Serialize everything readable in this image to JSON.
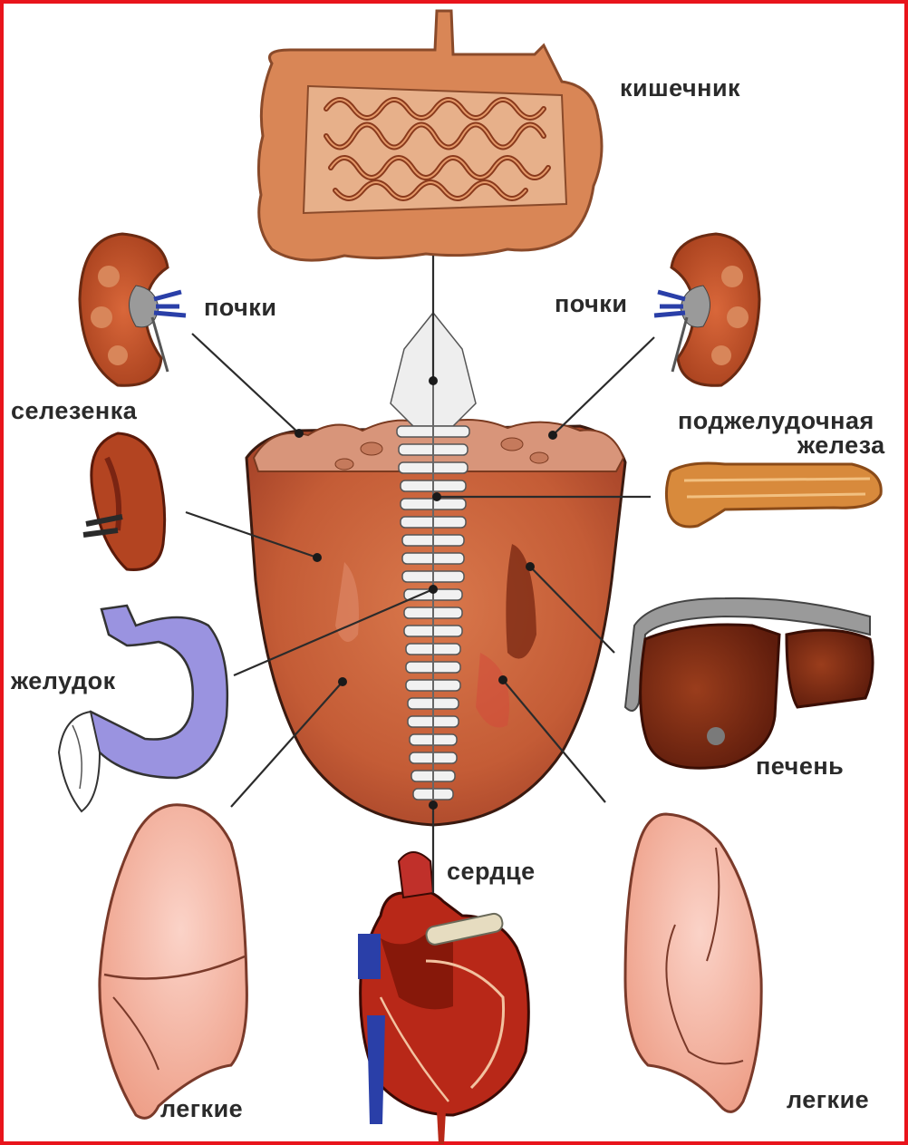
{
  "labels": {
    "intestine": "кишечник",
    "kidney_left": "почки",
    "kidney_right": "почки",
    "spleen": "селезенка",
    "pancreas_line1": "поджелудочная",
    "pancreas_line2": "железа",
    "stomach": "желудок",
    "liver": "печень",
    "heart": "сердце",
    "lung_left": "легкие",
    "lung_right": "легкие"
  },
  "colors": {
    "frame": "#e8141c",
    "tongue": "#c9653e",
    "tongue_tip": "#b85030",
    "intestine": "#d98656",
    "kidney": "#c2552a",
    "spleen": "#b34421",
    "stomach": "#9a93e0",
    "liver": "#7a2a14",
    "pancreas": "#d88a3c",
    "lung": "#f2b3a0",
    "heart": "#b82818",
    "vessel_blue": "#2a3fa8",
    "lines": "#2b2b2b"
  }
}
